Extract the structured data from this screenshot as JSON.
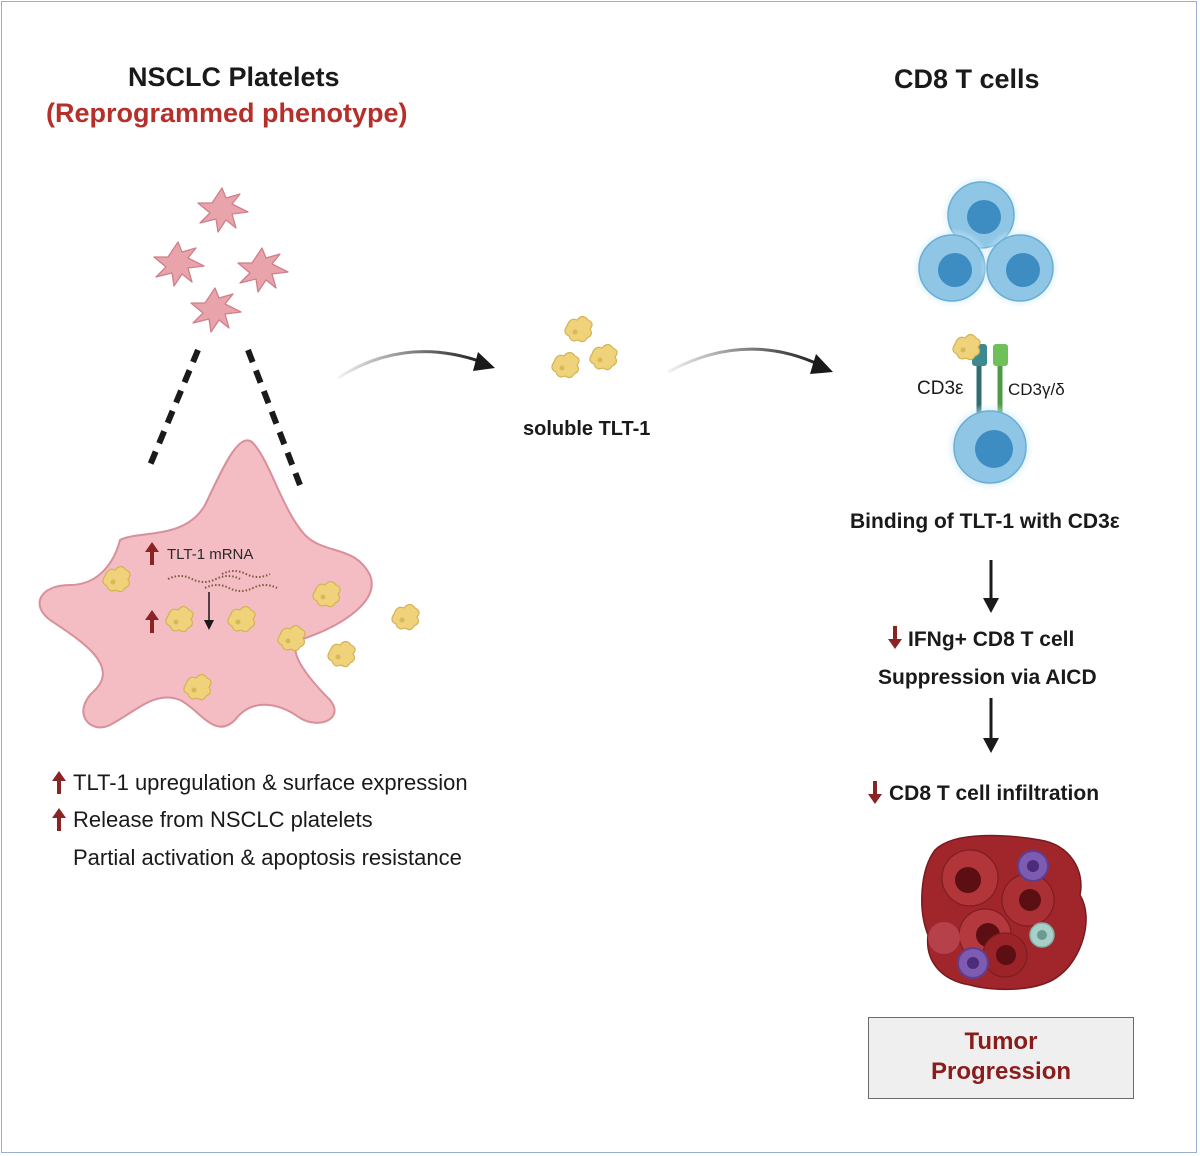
{
  "left_panel": {
    "title": "NSCLC Platelets",
    "subtitle": "(Reprogrammed phenotype)",
    "mrna_label": "TLT-1 mRNA",
    "bullets": [
      {
        "arrow": "up",
        "text": "TLT-1 upregulation & surface expression"
      },
      {
        "arrow": "up",
        "text": "Release from NSCLC platelets"
      },
      {
        "arrow": "none",
        "text": "Partial  activation & apoptosis resistance"
      }
    ]
  },
  "middle": {
    "label": "soluble TLT-1"
  },
  "right_panel": {
    "title": "CD8  T cells",
    "receptor_labels": {
      "cd3e": "CD3ε",
      "cd3gd": "CD3γ/δ"
    },
    "binding": "Binding of TLT-1 with CD3ε",
    "step1_line1": "IFNg+ CD8 T cell",
    "step1_line2": "Suppression via AICD",
    "step2": "CD8 T cell infiltration",
    "outcome": "Tumor\nProgression"
  },
  "colors": {
    "platelet": "#f3b8bf",
    "platelet_outline": "#d88a93",
    "tlt1_protein": "#efd27a",
    "tcell": "#8fc6e6",
    "tcell_nucleus": "#3d8cc2",
    "tumor": "#a0262c",
    "accent_red": "#b5302b",
    "dark_red": "#8a1c1c"
  }
}
